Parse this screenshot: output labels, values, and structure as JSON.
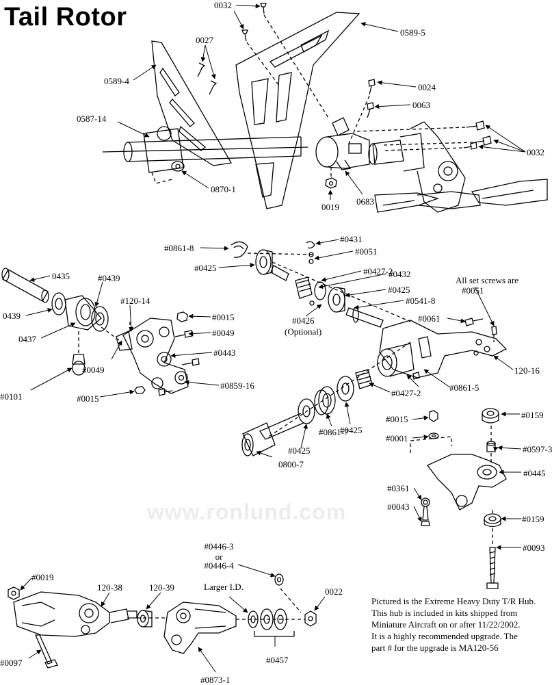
{
  "title": "Tail Rotor",
  "watermark": "www.ronlund.com",
  "labels": {
    "p0032_top": "0032",
    "p0589_5": "0589-5",
    "p0027": "0027",
    "p0589_4": "0589-4",
    "p0024": "0024",
    "p0063": "0063",
    "p0587_14": "0587-14",
    "p0032_right": "0032",
    "p0870_1": "0870-1",
    "p0019": "0019",
    "p0683": "0683",
    "h0861_8": "#0861-8",
    "h0431": "#0431",
    "h0051": "#0051",
    "h0425_a": "#0425",
    "h0427_2_a": "#0427-2",
    "p0435": "0435",
    "h0439": "#0439",
    "h0432": "#0432",
    "h0425_b": "#0425",
    "set_screws_1": "All set screws are",
    "set_screws_2": "#0051",
    "h120_14": "#120-14",
    "h0541_8": "#0541-8",
    "p0439": "0439",
    "h0015_a": "#0015",
    "h0426": "#0426",
    "optional": "(Optional)",
    "h0061": "#0061",
    "h0049_a": "#0049",
    "p0437": "0437",
    "h0443": "#0443",
    "p120_16": "120-16",
    "h0049_b": "#0049",
    "h0101": "#0101",
    "h0859_16": "#0859-16",
    "h0427_2_b": "#0427-2",
    "h0861_5": "#0861-5",
    "h0015_b": "#0015",
    "h0015_c": "#0015",
    "h0159_a": "#0159",
    "h0001": "#0001",
    "h0425_c": "#0425",
    "h0597_3": "#0597-3",
    "h0861_7": "#0861-7",
    "h0425_d": "#0425",
    "h0445": "#0445",
    "p0800_7": "0800-7",
    "h0361": "#0361",
    "h0159_b": "#0159",
    "h0043": "#0043",
    "h0093": "#0093",
    "h0446_3": "#0446-3",
    "or": "or",
    "h0446_4": "#0446-4",
    "h0019": "#0019",
    "p120_38": "120-38",
    "p120_39": "120-39",
    "larger_id": "Larger I.D.",
    "p0022": "0022",
    "h0097": "#0097",
    "h0457": "#0457",
    "h0873_1": "#0873-1"
  },
  "note": [
    "Pictured is the Extreme Heavy Duty T/R Hub.",
    "This hub is included in kits shipped from",
    "Miniature Aircraft on or after 11/22/2002.",
    "It is a highly recommended upgrade. The",
    "part # for the upgrade is MA120-56"
  ]
}
